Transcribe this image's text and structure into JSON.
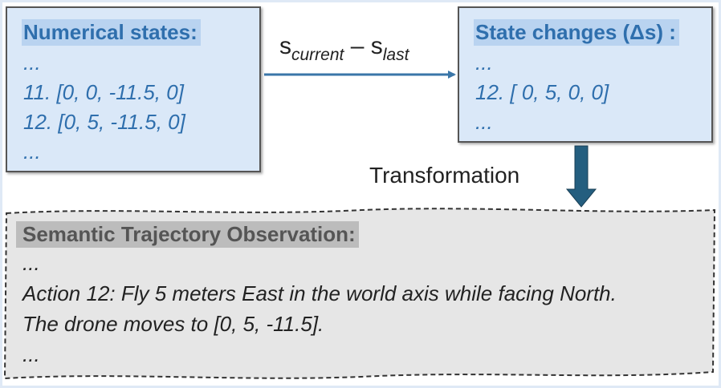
{
  "numerical_states": {
    "title": "Numerical states:",
    "lines": [
      "...",
      "11. [0, 0, -11.5, 0]",
      "12. [0, 5, -11.5, 0]",
      "..."
    ]
  },
  "state_changes": {
    "title": "State changes (Δs) :",
    "lines": [
      "...",
      "12. [ 0, 5, 0, 0]",
      "..."
    ]
  },
  "formula": {
    "s1": "s",
    "sub1": "current",
    "op": " – ",
    "s2": "s",
    "sub2": "last"
  },
  "transformation_label": "Transformation",
  "semantic": {
    "title": "Semantic Trajectory Observation:",
    "lines": [
      "...",
      "Action 12: Fly 5 meters East in the world axis while facing North.",
      "The drone moves to [0, 5, -11.5].",
      "..."
    ]
  },
  "colors": {
    "box_fill": "#dae8f8",
    "heading_highlight": "#b9d3f0",
    "text_blue": "#2f6fad",
    "arrow_blue": "#3a76a8",
    "down_arrow": "#245e7f",
    "semantic_fill": "#e6e6e6",
    "semantic_highlight": "#bcbcbc"
  }
}
